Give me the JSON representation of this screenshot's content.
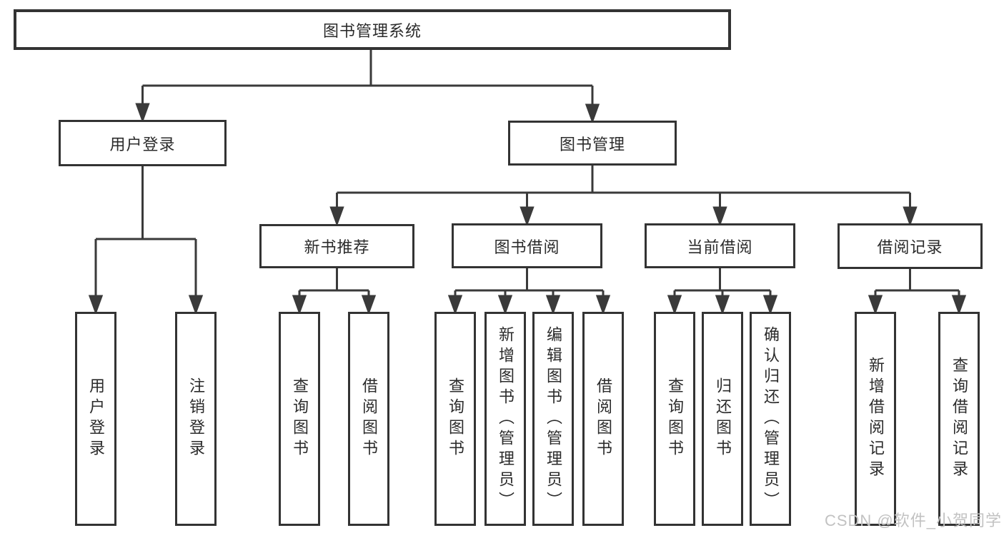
{
  "diagram": {
    "root": "图书管理系统",
    "branches": [
      {
        "label": "用户登录",
        "leaves": [
          "用户登录",
          "注销登录"
        ]
      },
      {
        "label": "图书管理",
        "groups": [
          {
            "label": "新书推荐",
            "leaves": [
              "查询图书",
              "借阅图书"
            ]
          },
          {
            "label": "图书借阅",
            "leaves": [
              "查询图书",
              "新增图书（管理员）",
              "编辑图书（管理员）",
              "借阅图书"
            ]
          },
          {
            "label": "当前借阅",
            "leaves": [
              "查询图书",
              "归还图书",
              "确认归还（管理员）"
            ]
          },
          {
            "label": "借阅记录",
            "leaves": [
              "新增借阅记录",
              "查询借阅记录"
            ]
          }
        ]
      }
    ]
  },
  "watermark": {
    "text": "CSDN @软件_小贺同学"
  },
  "colors": {
    "line": "#3a3a3a",
    "box_border": "#333333",
    "text": "#2b2b2b",
    "watermark": "#c2c2c2"
  }
}
